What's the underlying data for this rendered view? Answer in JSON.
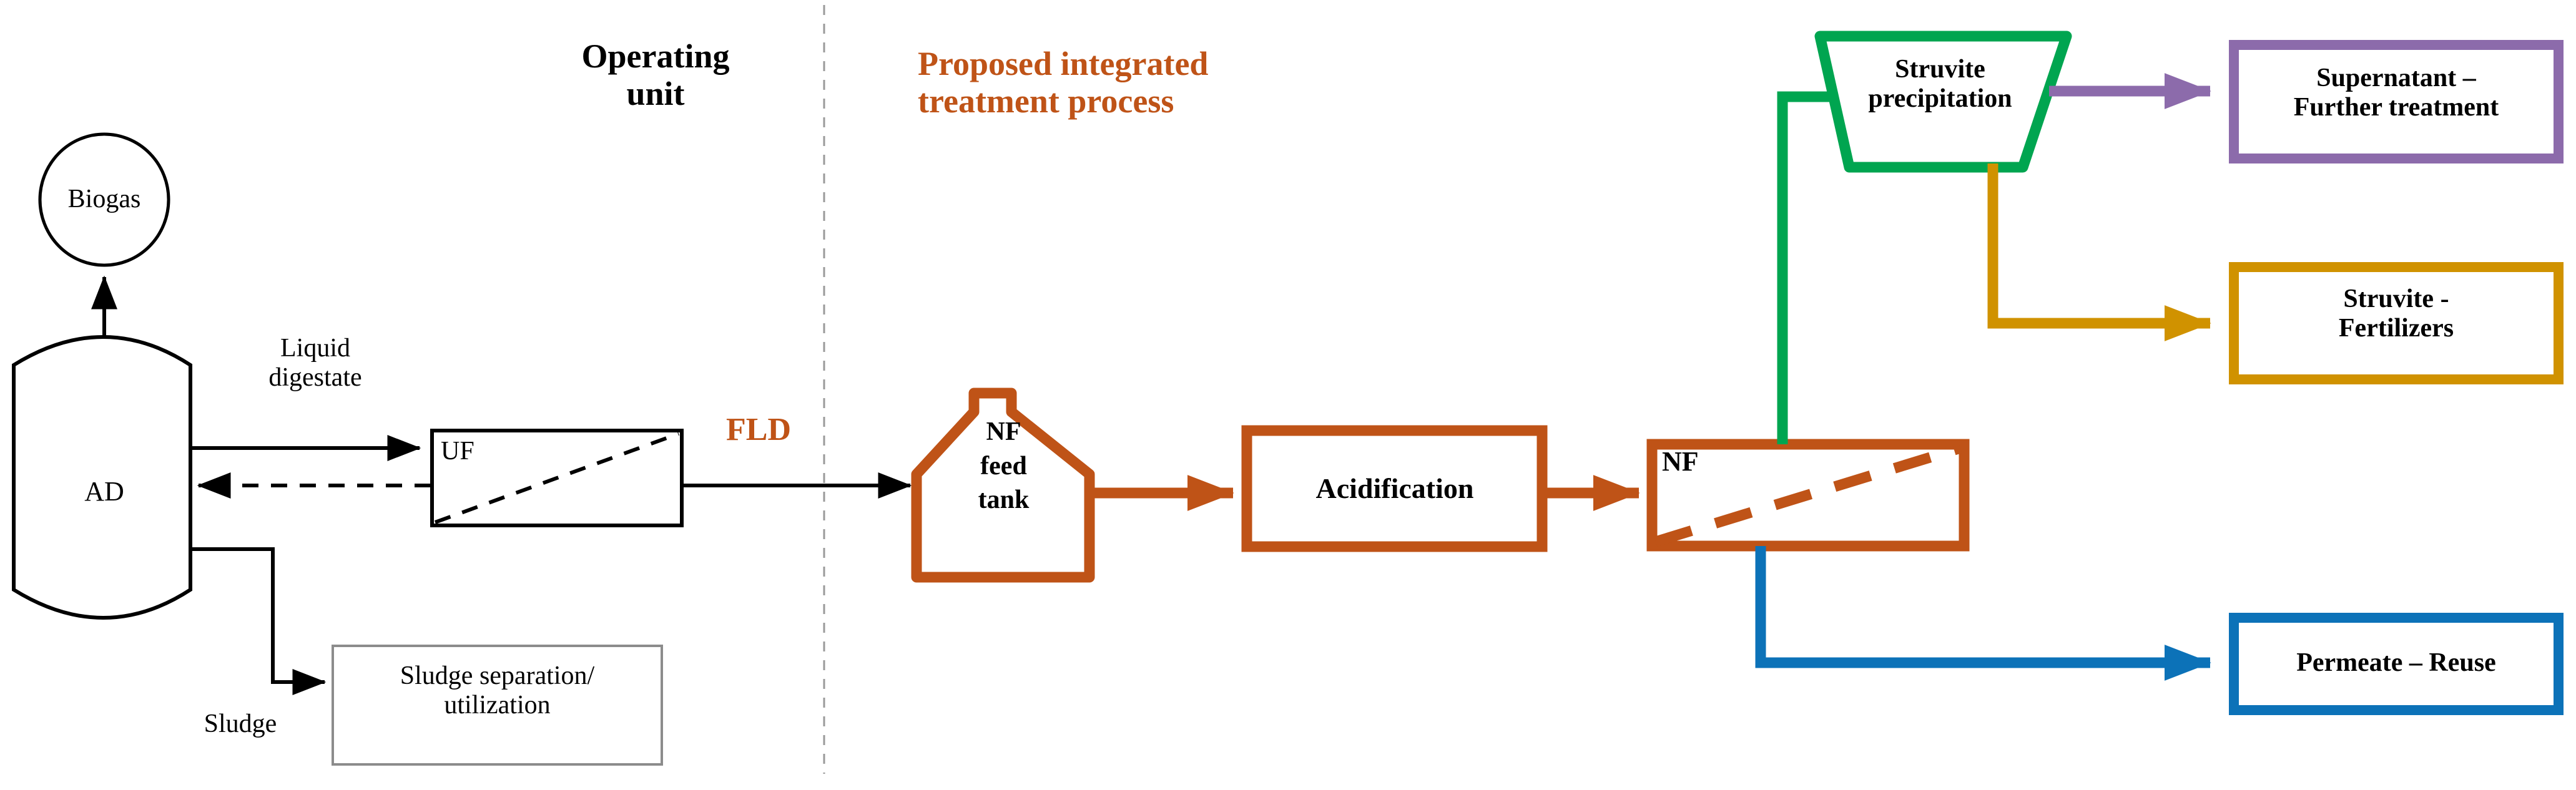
{
  "headers": {
    "operating_unit": "Operating\nunit",
    "proposed_process": "Proposed integrated\ntreatment process"
  },
  "left_section": {
    "biogas_label": "Biogas",
    "ad_label": "AD",
    "liquid_digestate_label": "Liquid\ndigestate",
    "uf_label": "UF",
    "sludge_label": "Sludge",
    "sludge_separation_label": "Sludge separation/\nutilization",
    "fld_label": "FLD"
  },
  "right_section": {
    "nf_feed_tank_label": "NF\nfeed\ntank",
    "acidification_label": "Acidification",
    "nf_label": "NF",
    "struvite_precipitation_label": "Struvite\nprecipitation",
    "supernatant_label": "Supernatant –\nFurther treatment",
    "struvite_fertilizers_label": "Struvite -\nFertilizers",
    "permeate_label": "Permeate – Reuse"
  },
  "colors": {
    "black": "#000000",
    "orange": "#BF5317",
    "green": "#00A550",
    "gold": "#D09200",
    "purple": "#8C6BAB",
    "blue": "#0C72B8",
    "gray": "#808080",
    "divider": "#9A9A9A"
  },
  "chart_data": {
    "type": "diagram",
    "title": "Integrated digestate treatment process flow",
    "nodes": [
      {
        "id": "biogas",
        "label": "Biogas",
        "shape": "ellipse",
        "color": "#000000",
        "section": "operating-unit"
      },
      {
        "id": "ad",
        "label": "AD",
        "shape": "tank",
        "color": "#000000",
        "section": "operating-unit"
      },
      {
        "id": "uf",
        "label": "UF",
        "shape": "membrane-rect",
        "color": "#000000",
        "section": "operating-unit"
      },
      {
        "id": "sludge-separation",
        "label": "Sludge separation/ utilization",
        "shape": "rect",
        "color": "#808080",
        "section": "operating-unit"
      },
      {
        "id": "nf-feed-tank",
        "label": "NF feed tank",
        "shape": "tank-house",
        "color": "#BF5317",
        "section": "proposed-process"
      },
      {
        "id": "acidification",
        "label": "Acidification",
        "shape": "rect",
        "color": "#BF5317",
        "section": "proposed-process"
      },
      {
        "id": "nf",
        "label": "NF",
        "shape": "membrane-rect",
        "color": "#BF5317",
        "section": "proposed-process"
      },
      {
        "id": "struvite-precipitation",
        "label": "Struvite precipitation",
        "shape": "trapezoid",
        "color": "#00A550",
        "section": "proposed-process"
      },
      {
        "id": "supernatant",
        "label": "Supernatant – Further treatment",
        "shape": "rect",
        "color": "#8C6BAB",
        "section": "proposed-process"
      },
      {
        "id": "struvite-fertilizers",
        "label": "Struvite - Fertilizers",
        "shape": "rect",
        "color": "#D09200",
        "section": "proposed-process"
      },
      {
        "id": "permeate",
        "label": "Permeate – Reuse",
        "shape": "rect",
        "color": "#0C72B8",
        "section": "proposed-process"
      }
    ],
    "edges": [
      {
        "from": "ad",
        "to": "biogas",
        "style": "solid",
        "color": "#000000",
        "label": ""
      },
      {
        "from": "ad",
        "to": "uf",
        "style": "solid",
        "color": "#000000",
        "label": "Liquid digestate"
      },
      {
        "from": "uf",
        "to": "ad",
        "style": "dashed",
        "color": "#000000",
        "label": ""
      },
      {
        "from": "ad",
        "to": "sludge-separation",
        "style": "solid",
        "color": "#000000",
        "label": "Sludge"
      },
      {
        "from": "uf",
        "to": "nf-feed-tank",
        "style": "solid",
        "color": "#000000",
        "label": "FLD"
      },
      {
        "from": "nf-feed-tank",
        "to": "acidification",
        "style": "solid",
        "color": "#BF5317",
        "label": ""
      },
      {
        "from": "acidification",
        "to": "nf",
        "style": "solid",
        "color": "#BF5317",
        "label": ""
      },
      {
        "from": "nf",
        "to": "struvite-precipitation",
        "style": "solid",
        "color": "#00A550",
        "label": ""
      },
      {
        "from": "struvite-precipitation",
        "to": "supernatant",
        "style": "solid",
        "color": "#8C6BAB",
        "label": ""
      },
      {
        "from": "struvite-precipitation",
        "to": "struvite-fertilizers",
        "style": "solid",
        "color": "#D09200",
        "label": ""
      },
      {
        "from": "nf",
        "to": "permeate",
        "style": "solid",
        "color": "#0C72B8",
        "label": ""
      }
    ],
    "sections": [
      "Operating unit",
      "Proposed integrated treatment process"
    ]
  }
}
